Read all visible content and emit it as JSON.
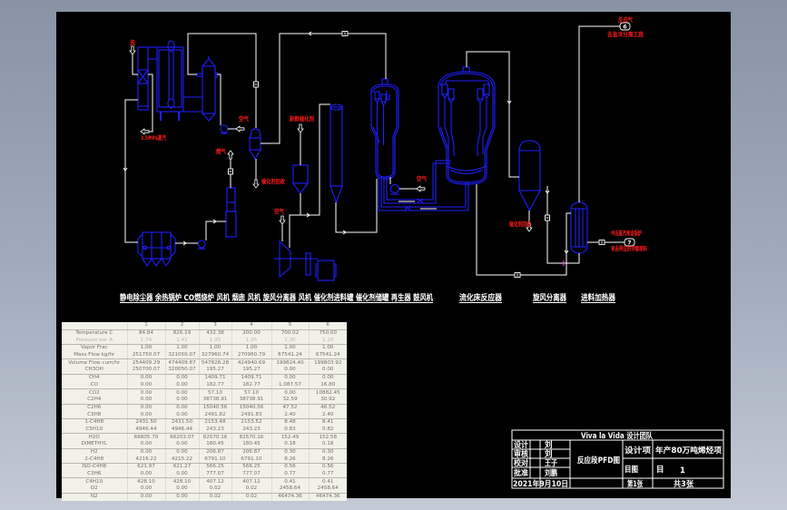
{
  "colors": {
    "canvas": "#000000",
    "equipment": "#1f1fff",
    "process_lines": "#ffffff",
    "stream_labels": "#ff1a1a",
    "table_background": "#f2f1e8"
  },
  "diagram": {
    "stream_labels": {
      "vent_top": "去",
      "steam_3_5mpa": "3.5MPa蒸汽",
      "air_blower_furnace": "空气",
      "fuel_gas": "燃气",
      "fresh_catalyst": "新鲜催化剂",
      "catalyst_recovery_1": "催化剂回收",
      "air_compressor": "空气",
      "air_regenerator": "空气",
      "catalyst_recovery_2": "催化剂回收",
      "reaction_gas": "反应气",
      "to_quench_section": "去急冷分离工段",
      "heater_stream_top": "中压蒸汽来自锅炉",
      "heater_stream_bottom": "来自界区的甲醇原料"
    },
    "stream_tags": {
      "reaction_gas_out": "6",
      "heater_out": "7"
    },
    "equipment_labels": {
      "left_group": "静电除尘器 余热锅炉 CO燃烧炉 风机 烟囱 风机 旋风分离器 风机 催化剂进料罐 催化剂储罐 再生器 鼓风机",
      "reactor": "流化床反应器",
      "cyclone": "旋风分离器",
      "heater": "进料加热器"
    }
  },
  "title_block": {
    "team": "Viva la Vida 设计团队",
    "drawing_name": "反应段PFD图",
    "project_label": "设计项",
    "project_value": "年产80万吨烯烃项",
    "row3_label": "目图",
    "row3_value_a": "目",
    "row3_value_b": "1",
    "sheet_label": "第1张",
    "sheet_total": "共3张",
    "roles": [
      "设计",
      "审核",
      "校对",
      "批准"
    ],
    "names": [
      "刘",
      "刘",
      "王子",
      "刘鹏"
    ],
    "date": "2021年9月10日"
  },
  "stream_table": {
    "headers": [
      "",
      "1",
      "2",
      "3",
      "4",
      "5",
      "6"
    ],
    "rows": [
      [
        "Temperature C",
        "84.84",
        "826.19",
        "432.38",
        "200.00",
        "700.02",
        "750.00"
      ],
      [
        "Pressure bar A",
        "1.74",
        "1.41",
        "1.95",
        "1.95",
        "1.30",
        "1.20"
      ],
      [
        "Vapor Frac",
        "1.00",
        "1.00",
        "1.00",
        "1.00",
        "1.00",
        "1.00"
      ],
      [
        "Mass Flow kg/hr",
        "251750.07",
        "321050.07",
        "327960.74",
        "270960.79",
        "67541.24",
        "67541.24"
      ],
      [
        "Volume Flow cum/hr",
        "254409.29",
        "474409.87",
        "547828.28",
        "424940.69",
        "199824.40",
        "199803.92"
      ],
      [
        "CH3OH",
        "250700.07",
        "320050.07",
        "195.27",
        "195.27",
        "0.00",
        "0.00"
      ],
      [
        "CH4",
        "0.00",
        "0.00",
        "1409.71",
        "1409.71",
        "0.00",
        "0.00"
      ],
      [
        "CO",
        "0.00",
        "0.00",
        "182.77",
        "182.77",
        "1,087.57",
        "16.80"
      ],
      [
        "CO2",
        "0.00",
        "0.00",
        "57.10",
        "57.10",
        "0.00",
        "10882.45"
      ],
      [
        "C2H4",
        "0.00",
        "0.00",
        "38738.91",
        "38738.91",
        "32.59",
        "30.92"
      ],
      [
        "C2H6",
        "0.00",
        "0.00",
        "15040.56",
        "15040.56",
        "47.52",
        "46.52"
      ],
      [
        "C3H8",
        "0.00",
        "0.00",
        "2491.82",
        "2491.83",
        "2.40",
        "2.40"
      ],
      [
        "1-C4H8",
        "2431.50",
        "2431.50",
        "2153.48",
        "2153.52",
        "8.48",
        "8.41"
      ],
      [
        "C5H10",
        "4946.44",
        "4946.44",
        "243.23",
        "243.23",
        "0.83",
        "0.82"
      ],
      [
        "H2O",
        "66805.70",
        "66203.07",
        "82570.16",
        "82570.16",
        "152.49",
        "152.58"
      ],
      [
        "DIMETHYL",
        "0.00",
        "0.00",
        "180.45",
        "180.45",
        "0.18",
        "0.18"
      ],
      [
        "H2",
        "0.00",
        "0.00",
        "206.87",
        "206.87",
        "0.30",
        "0.30"
      ],
      [
        "2-C4H8",
        "4216.22",
        "4215.22",
        "6791.10",
        "6791.10",
        "8.26",
        "8.26"
      ],
      [
        "ISO-C4H8",
        "621.97",
        "621.27",
        "566.25",
        "566.25",
        "0.56",
        "0.56"
      ],
      [
        "C3H6",
        "0.00",
        "0.00",
        "777.07",
        "777.07",
        "0.77",
        "0.77"
      ],
      [
        "C4H10",
        "428.10",
        "428.10",
        "407.12",
        "407.12",
        "0.41",
        "0.41"
      ],
      [
        "O2",
        "0.00",
        "0.00",
        "0.02",
        "0.02",
        "2458.64",
        "2458.64"
      ],
      [
        "N2",
        "0.00",
        "0.00",
        "0.02",
        "0.02",
        "46474.36",
        "46474.36"
      ]
    ]
  }
}
